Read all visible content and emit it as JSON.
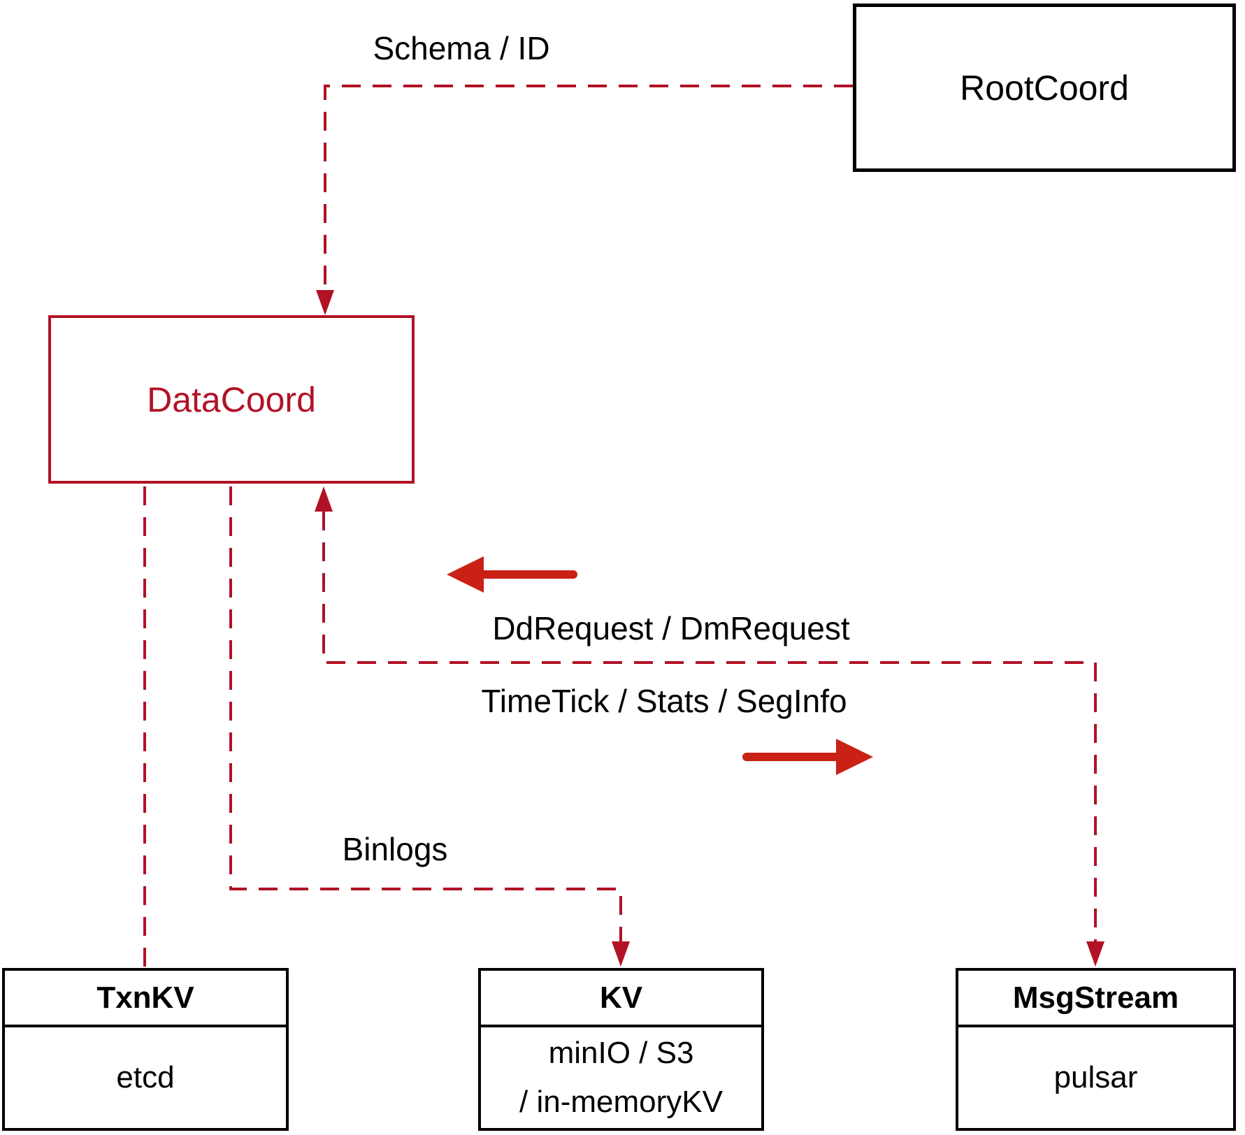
{
  "colors": {
    "dashed_crimson": "#b11226",
    "solid_arrow_red": "#c92116",
    "box_border_black": "#000000",
    "background": "#ffffff"
  },
  "nodes": {
    "rootcoord": {
      "label": "RootCoord"
    },
    "datacoord": {
      "label": "DataCoord"
    },
    "txnkv": {
      "title": "TxnKV",
      "body": "etcd"
    },
    "kv": {
      "title": "KV",
      "body_line1": "minIO / S3",
      "body_line2": "/ in-memoryKV"
    },
    "msgstream": {
      "title": "MsgStream",
      "body": "pulsar"
    }
  },
  "edge_labels": {
    "schema_id": "Schema / ID",
    "dd_request": "DdRequest / DmRequest",
    "timetick": "TimeTick / Stats / SegInfo",
    "binlogs": "Binlogs"
  }
}
